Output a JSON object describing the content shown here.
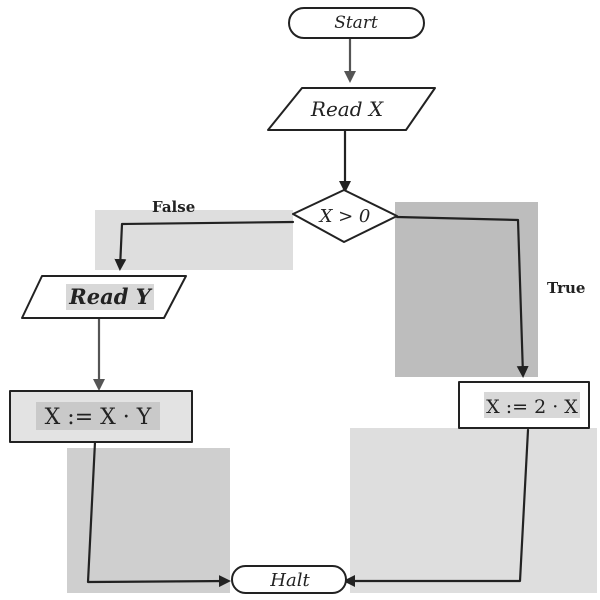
{
  "colors": {
    "ink": "#222222",
    "node_fill": "#ffffff",
    "shade_light": "#dedede",
    "shade_dark": "#bdbdbd",
    "shade_medium": "#cfcfcf"
  },
  "nodes": {
    "start": "Start",
    "read_x": "Read X",
    "decision": "X > 0",
    "read_y": "Read Y",
    "multiply": "X := X · Y",
    "double": "X := 2 · X",
    "halt": "Halt"
  },
  "edges": {
    "false_label": "False",
    "true_label": "True"
  }
}
